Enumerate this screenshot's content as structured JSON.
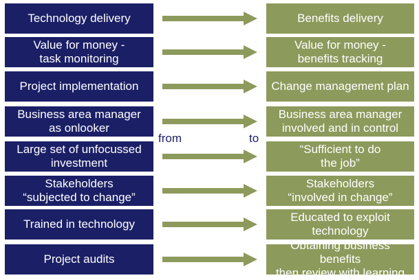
{
  "left_items": [
    "Technology delivery",
    "Value for money -\ntask monitoring",
    "Project implementation",
    "Business area manager\nas onlooker",
    "Large set of unfocussed\ninvestment",
    "Stakeholders\n“subjected to change”",
    "Trained in technology",
    "Project audits"
  ],
  "right_items": [
    "Benefits delivery",
    "Value for money -\nbenefits tracking",
    "Change management plan",
    "Business area manager\ninvolved and in control",
    "“Sufficient to do\nthe job”",
    "Stakeholders\n“involved in change”",
    "Educated to exploit\ntechnology",
    "Obtaining business benefits\nthen review with learning"
  ],
  "labels": {
    "from": "from",
    "to": "to"
  },
  "colors": {
    "left_box": "#1b1f66",
    "right_box": "#8c9a5c",
    "arrow": "#8c9a5c"
  }
}
